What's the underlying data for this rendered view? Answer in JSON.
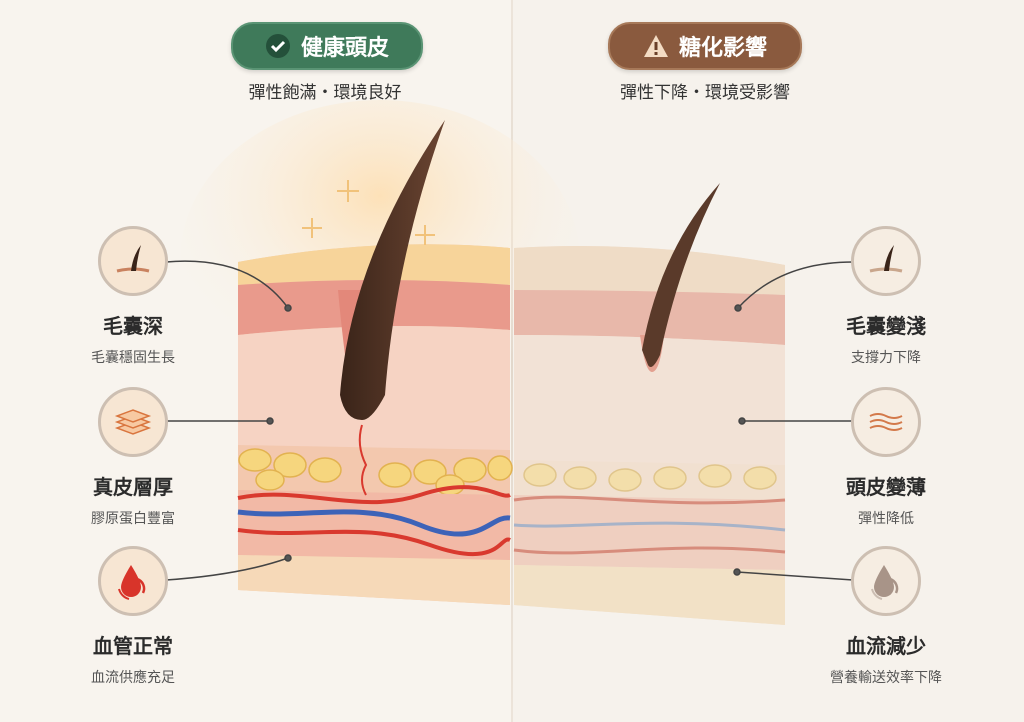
{
  "left": {
    "badge": "健康頭皮",
    "badge_icon": "check-icon",
    "subtitle": "彈性飽滿・環境良好",
    "color": "#3f7a5a",
    "callouts": [
      {
        "title": "毛囊深",
        "desc": "毛囊穩固生長",
        "icon": "hair-follicle-icon"
      },
      {
        "title": "真皮層厚",
        "desc": "膠原蛋白豐富",
        "icon": "layers-icon"
      },
      {
        "title": "血管正常",
        "desc": "血流供應充足",
        "icon": "blood-drop-icon"
      }
    ]
  },
  "right": {
    "badge": "糖化影響",
    "badge_icon": "warning-icon",
    "subtitle": "彈性下降・環境受影響",
    "color": "#8a5a3e",
    "callouts": [
      {
        "title": "毛囊變淺",
        "desc": "支撐力下降",
        "icon": "hair-follicle-icon"
      },
      {
        "title": "頭皮變薄",
        "desc": "彈性降低",
        "icon": "thin-waves-icon"
      },
      {
        "title": "血流減少",
        "desc": "營養輸送效率下降",
        "icon": "faded-drop-icon"
      }
    ]
  }
}
